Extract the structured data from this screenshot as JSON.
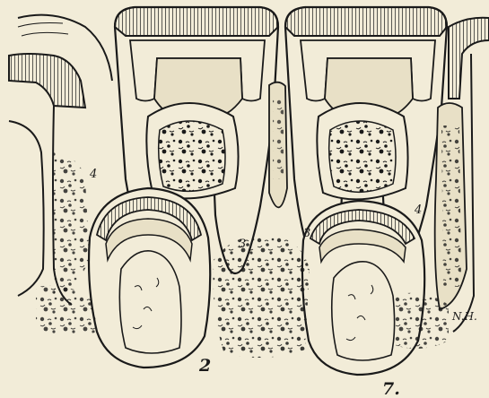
{
  "labels": {
    "l4a": "4",
    "l4b": "4",
    "l3a": "3",
    "l3b": "3",
    "l2": "2",
    "l7": "7.",
    "initials": "N.H."
  },
  "colors": {
    "paper": "#f2ecd8",
    "ink": "#1a1a1a",
    "pulp": "#e8e0c6"
  }
}
